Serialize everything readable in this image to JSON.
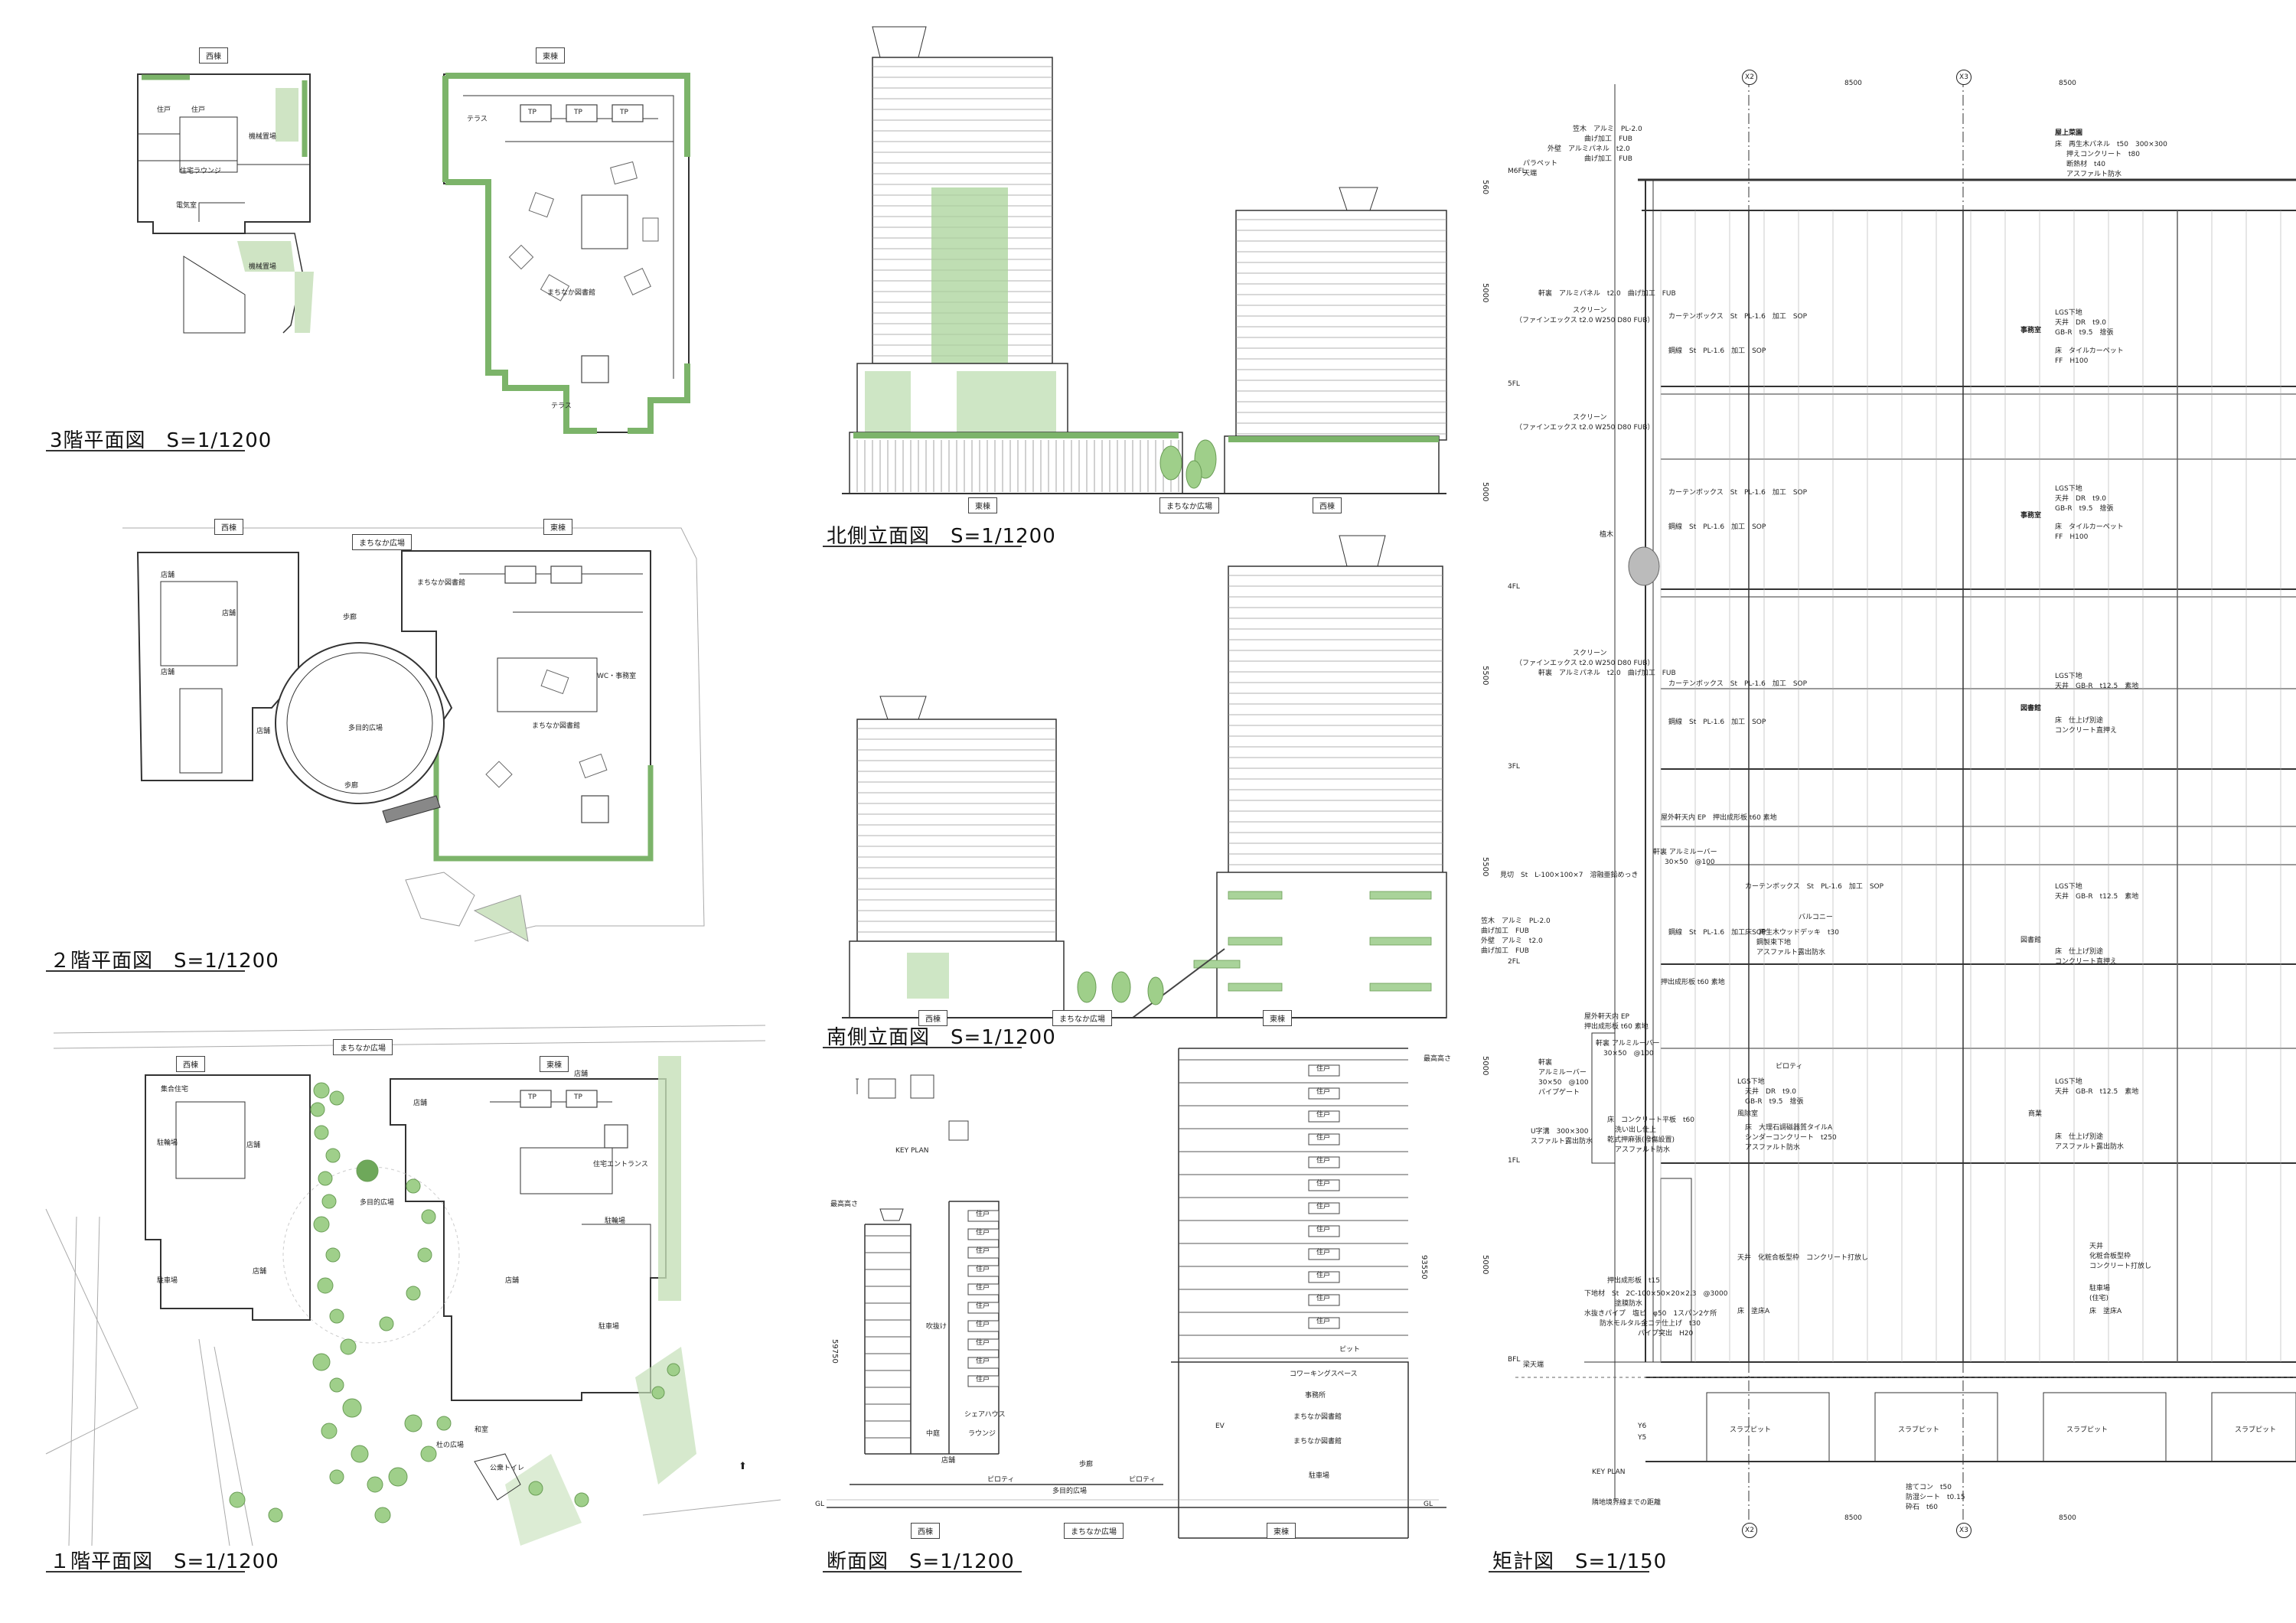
{
  "titles": {
    "floor3": "3階平面図　S=1/1200",
    "floor2": "２階平面図　S=1/1200",
    "floor1": "１階平面図　S=1/1200",
    "north": "北側立面図　S=1/1200",
    "south": "南側立面図　S=1/1200",
    "section": "断面図　S=1/1200",
    "detail": "矩計図　S=1/150"
  },
  "tags": {
    "west": "西棟",
    "east": "東棟",
    "plaza": "まちなか広場"
  },
  "floor3": {
    "rooms": [
      "住戸",
      "住戸",
      "住宅ラウンジ",
      "機械置場",
      "電気室",
      "機械置場",
      "テラス",
      "まちなか図書館",
      "テラス"
    ],
    "tp": "TP"
  },
  "floor2": {
    "rooms": [
      "店舗",
      "店舗",
      "店舗",
      "店舗",
      "歩廊",
      "多目的広場",
      "歩廊",
      "まちなか図書館",
      "WC・事務室",
      "まちなか図書館"
    ]
  },
  "floor1": {
    "rooms": [
      "集合住宅",
      "駐輪場",
      "店舗",
      "店舗",
      "駐車場",
      "店舗",
      "住宅エントランス",
      "店舗",
      "店舗",
      "駐輪場",
      "多目的広場",
      "店舗",
      "駐車場",
      "杜の広場",
      "和室",
      "公衆トイレ"
    ],
    "tp": "TP"
  },
  "section": {
    "keyplan": "KEY PLAN",
    "top_left": "最高高さ",
    "top_right": "最高高さ",
    "dim_left": "59750",
    "dim_right": "93550",
    "units_left": [
      "住戸",
      "住戸",
      "住戸",
      "住戸",
      "住戸",
      "住戸",
      "住戸",
      "住戸",
      "住戸",
      "住戸"
    ],
    "units_right": [
      "住戸",
      "住戸",
      "住戸",
      "住戸",
      "住戸",
      "住戸",
      "住戸",
      "住戸",
      "住戸",
      "住戸",
      "住戸",
      "住戸"
    ],
    "fukinuke": "吹抜け",
    "share": "シェアハウス",
    "lounge": "ラウンジ",
    "nakaniwa": "中庭",
    "pilot1": "ピロティ",
    "plaza": "多目的広場",
    "pilot2": "ピロティ",
    "ev": "EV",
    "bridge": "歩廊",
    "shop": "店舗",
    "coworking": "コワーキングスペース",
    "office": "事務所",
    "lib1": "まちなか図書館",
    "lib2": "まちなか図書館",
    "parking": "駐車場",
    "pit": "ピット",
    "gl": "GL"
  },
  "detail": {
    "x2": "X2",
    "x3": "X3",
    "span": "8500",
    "levels": [
      "M6FL",
      "5FL",
      "4FL",
      "3FL",
      "2FL",
      "1FL",
      "BFL"
    ],
    "heights": [
      "5000",
      "5000",
      "5500",
      "5500",
      "5000",
      "5000"
    ],
    "h560": "560",
    "notes_left": [
      "笠木　アルミ　PL-2.0",
      "曲げ加工　FUB",
      "外壁　アルミパネル　t2.0",
      "曲げ加工　FUB",
      "パラペット",
      "天端",
      "軒裏　アルミパネル　t2.0　曲げ加工　FUB",
      "スクリーン",
      "（ファインエックス t2.0 W250 D80 FUB）",
      "スクリーン",
      "（ファインエックス t2.0 W250 D80 FUB）",
      "植木",
      "スクリーン",
      "（ファインエックス t2.0 W250 D80 FUB）",
      "軒裏　アルミパネル　t2.0　曲げ加工　FUB"
    ],
    "notes_mid": [
      "カーテンボックス　St　PL-1.6　加工　SOP",
      "鋼線　St　PL-1.6　加工　SOP",
      "カーテンボックス　St　PL-1.6　加工　SOP",
      "鋼線　St　PL-1.6　加工　SOP",
      "カーテンボックス　St　PL-1.6　加工　SOP",
      "鋼線　St　PL-1.6　加工　SOP",
      "屋外軒天内 EP　押出成形板 t60 素地"
    ],
    "notes_right": [
      "屋上菜園",
      "床　再生木パネル　t50　300×300",
      "押えコンクリート　t80",
      "断熱材　t40",
      "アスファルト防水",
      "LGS下地",
      "天井　DR　t9.0",
      "GB-R　t9.5　捨張",
      "事務室",
      "床　タイルカーペット",
      "FF　H100",
      "LGS下地",
      "天井　DR　t9.0",
      "GB-R　t9.5　捨張",
      "事務室",
      "床　タイルカーペット",
      "FF　H100",
      "LGS下地",
      "天井　GB-R　t12.5　素地",
      "図書館",
      "床　仕上げ別途",
      "コンクリート直押え"
    ],
    "lower_notes": [
      "見切　St　L-100×100×7　溶融亜鉛めっき",
      "軒裏 アルミルーバー",
      "30×50　@100",
      "カーテンボックス　St　PL-1.6　加工　SOP",
      "LGS下地",
      "天井　GB-R　t12.5　素地",
      "バルコニー",
      "床　再生木ウッドデッキ　t30",
      "鋼製束下地",
      "アスファルト露出防水",
      "鋼線　St　PL-1.6　加工　SOP",
      "図書館",
      "床　仕上げ別途",
      "コンクリート直押え",
      "笠木　アルミ　PL-2.0",
      "曲げ加工　FUB",
      "外壁　アルミ　t2.0",
      "曲げ加工　FUB",
      "押出成形板 t60 素地",
      "屋外軒天内 EP",
      "押出成形板 t60 素地",
      "軒裏",
      "アルミルーバー",
      "30×50　@100",
      "パイプゲート",
      "軒裏 アルミルーバー",
      "30×50　@100",
      "ピロティ",
      "LGS下地",
      "天井　DR　t9.0",
      "GB-R　t9.5　捨張",
      "風除室",
      "LGS下地",
      "天井　GB-R　t12.5　素地",
      "商業",
      "床　仕上げ別途",
      "アスファルト露出防水",
      "U字溝　300×300",
      "スファルト露出防水",
      "床　コンクリート平板　t60",
      "洗い出し仕上",
      "乾式押麻張(撥傷設置)",
      "アスファルト防水",
      "床　大理石調磁器質タイルA",
      "シンダーコンクリート　t250",
      "アスファルト防水",
      "天井　化粧合板型枠　コンクリート打放し",
      "押出成形板　t15",
      "下地材　St　2C-100×50×20×2.3　@3000",
      "塗膜防水",
      "水抜きパイプ　塩ビ　φ50　1スパン2ケ所",
      "防水モルタル金コテ仕上げ　t30",
      "パイプ突出　H20",
      "天井",
      "化粧合板型枠",
      "コンクリート打放し",
      "駐車場",
      "(住宅)",
      "床　塗床A",
      "床　塗床A",
      "梁天端",
      "スラブピット",
      "スラブピット",
      "スラブピット",
      "スラブピット",
      "捨てコン　t50",
      "防湿シート　t0.15",
      "砕石　t60",
      "隣地境界線までの距離",
      "KEY PLAN",
      "Y6",
      "Y5"
    ]
  }
}
